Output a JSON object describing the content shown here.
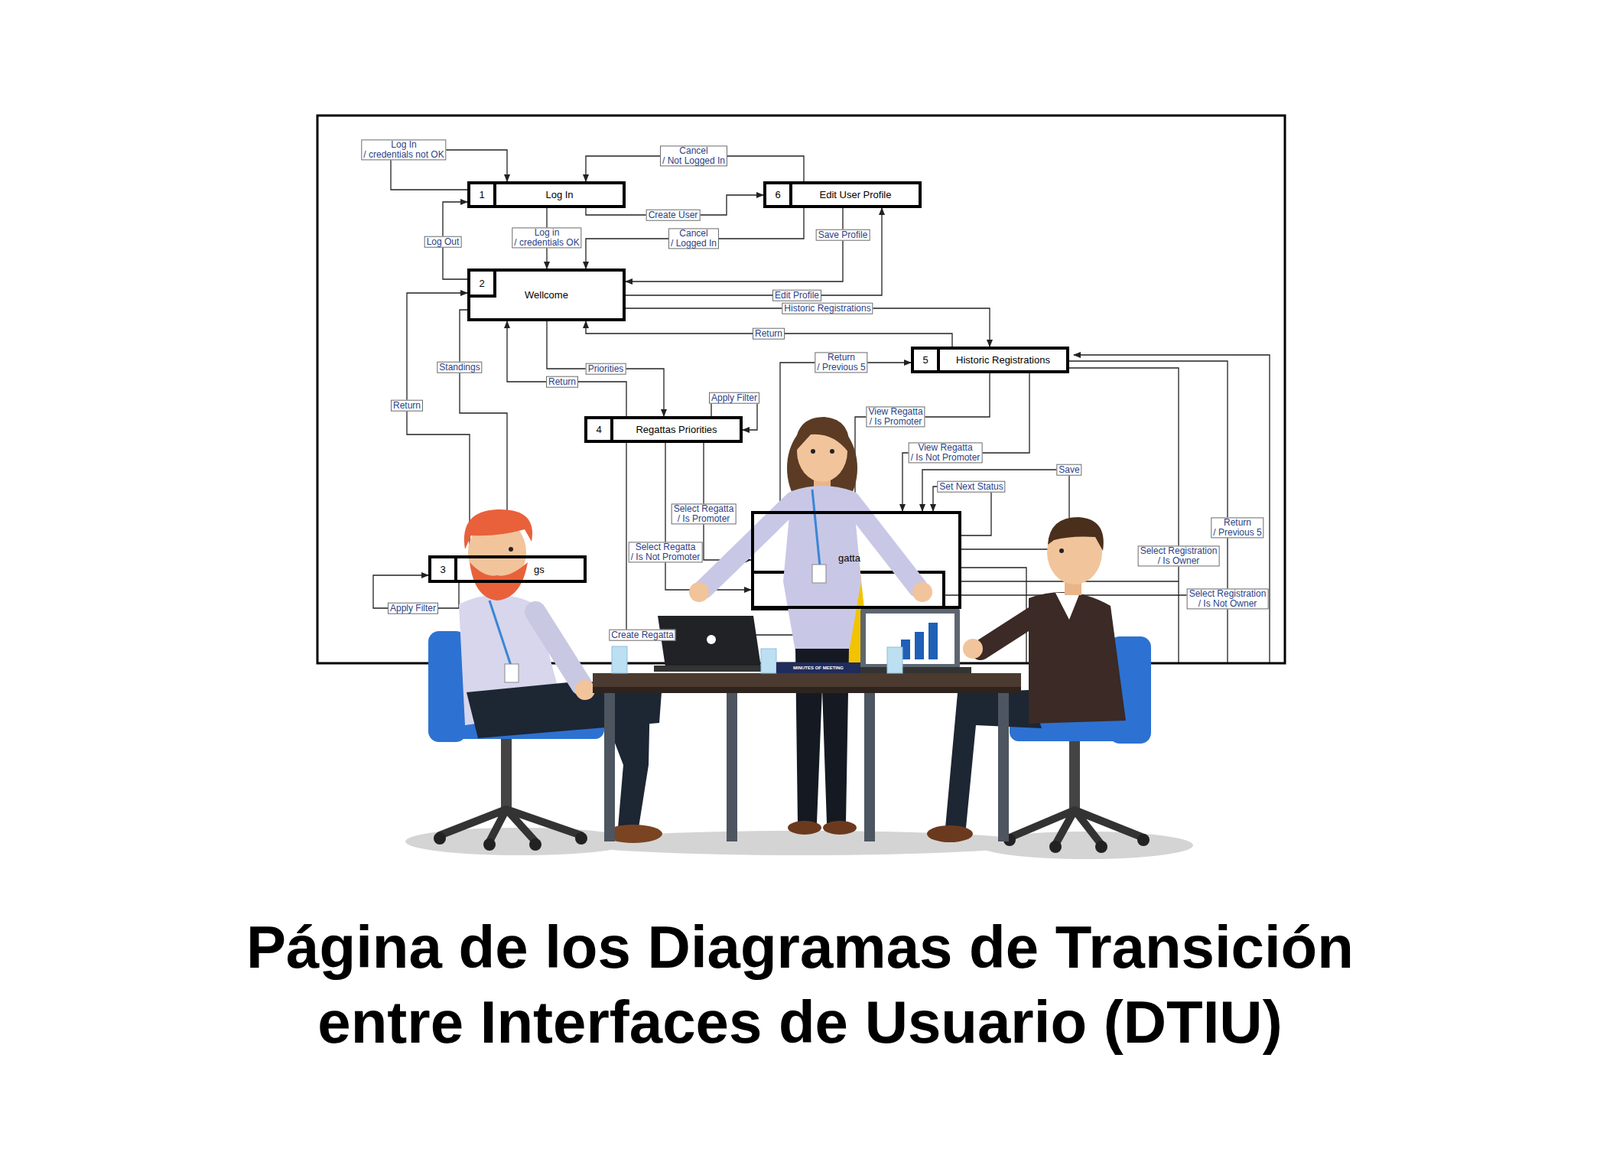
{
  "diagram": {
    "title": "Página de los Diagramas de Transición entre Interfaces de Usuario (DTIU)",
    "nodes": [
      {
        "text": [
          "1",
          "Log In"
        ]
      },
      {
        "text": [
          "6",
          "Edit User Profile"
        ]
      },
      {
        "text": [
          "2",
          "Wellcome"
        ]
      },
      {
        "text": [
          "5",
          "Historic Registrations"
        ]
      },
      {
        "text": [
          "4",
          "Regattas Priorities"
        ]
      },
      {
        "text": [
          "3",
          "gs"
        ]
      },
      {
        "text": [
          "gatta"
        ]
      }
    ],
    "edges": [
      {
        "from": 0,
        "to": 0,
        "label": "Log In / credentials not OK",
        "arrow": "to"
      },
      {
        "from": 1,
        "to": 0,
        "label": "Cancel / Not Logged In",
        "arrow": "to"
      },
      {
        "from": 0,
        "to": 1,
        "label": "Create User",
        "arrow": "to"
      },
      {
        "from": 0,
        "to": 2,
        "label": "Log in / credentials OK",
        "arrow": "to"
      },
      {
        "from": 1,
        "to": 2,
        "label": "Cancel / Logged In",
        "arrow": "to"
      },
      {
        "from": 2,
        "to": 0,
        "label": "Log Out",
        "arrow": "to"
      },
      {
        "from": 1,
        "to": 2,
        "label": "Save Profile",
        "arrow": "to"
      },
      {
        "from": 2,
        "to": 1,
        "label": "Edit Profile",
        "arrow": "to"
      },
      {
        "from": 2,
        "to": 3,
        "label": "Historic Registrations",
        "arrow": "to"
      },
      {
        "from": 3,
        "to": 2,
        "label": "Return",
        "arrow": "to"
      },
      {
        "from": 2,
        "to": 4,
        "label": "Priorities",
        "arrow": "to"
      },
      {
        "from": 4,
        "to": 2,
        "label": "Return",
        "arrow": "to"
      },
      {
        "from": 2,
        "to": 5,
        "label": "Standings",
        "arrow": "to"
      },
      {
        "from": 5,
        "to": 2,
        "label": "Return",
        "arrow": "to"
      },
      {
        "from": 4,
        "to": 4,
        "label": "Apply Filter",
        "arrow": "to"
      },
      {
        "from": 5,
        "to": 5,
        "label": "Apply Filter",
        "arrow": "to"
      },
      {
        "from": 4,
        "to": 6,
        "label": "Select Regatta / Is Promoter",
        "arrow": "to"
      },
      {
        "from": 4,
        "to": 6,
        "label": "Select Regatta / Is Not Promoter",
        "arrow": "to"
      },
      {
        "from": 4,
        "to": 6,
        "label": "Create Regatta",
        "arrow": "to"
      },
      {
        "from": 6,
        "to": 3,
        "label": "Return / Previous 5",
        "arrow": "to"
      },
      {
        "from": 3,
        "to": 6,
        "label": "View Regatta / Is Promoter",
        "arrow": "to"
      },
      {
        "from": 3,
        "to": 6,
        "label": "View Regatta / Is Not Promoter",
        "arrow": "to"
      },
      {
        "from": 6,
        "to": 6,
        "label": "Set Next Status",
        "arrow": "to"
      },
      {
        "from": 6,
        "to": 6,
        "label": "Save",
        "arrow": "to"
      }
    ],
    "labels": [
      "Select Registration / Is Owner",
      "Select Registration / Is Not Owner",
      "Return / Previous 5",
      "MINUTES OF MEETING"
    ]
  }
}
